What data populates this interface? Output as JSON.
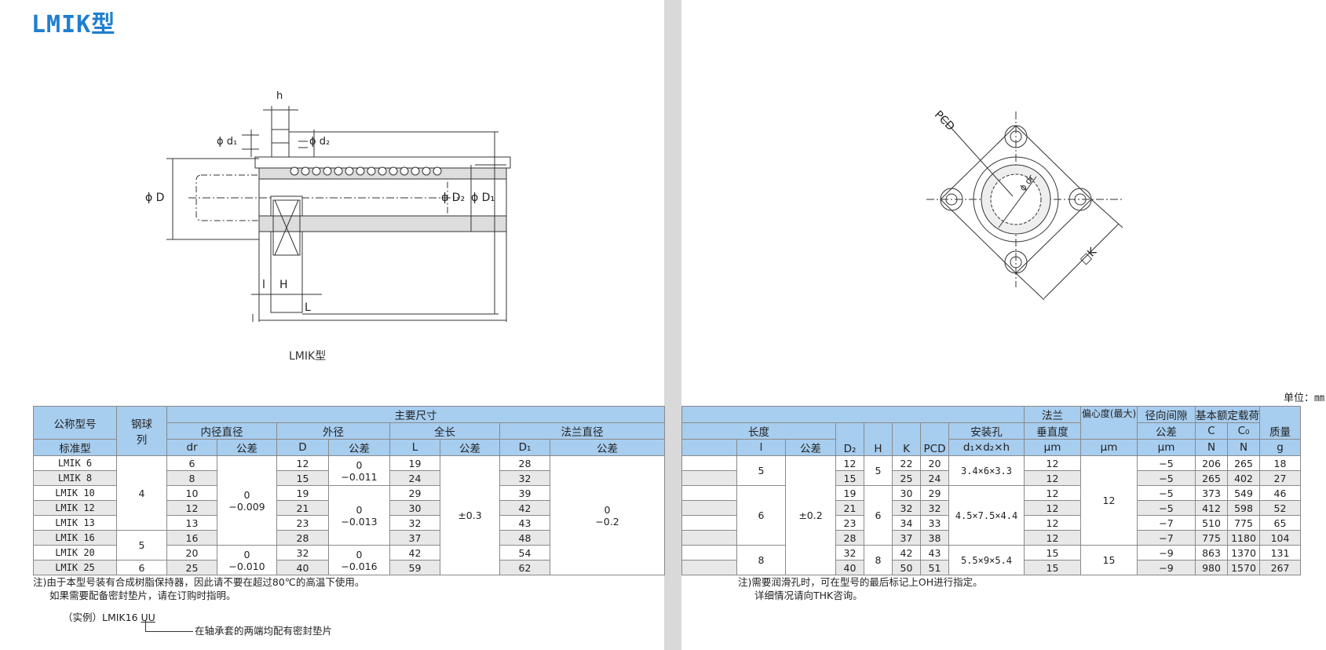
{
  "title": "LMIK型",
  "figure_caption": "LMIK型",
  "unit_label": "单位：㎜",
  "side_labels": {
    "h": "h",
    "d1": "ϕ d₁",
    "d2": "ϕ d₂",
    "D": "ϕ D",
    "D2": "ϕ D₂",
    "D1": "ϕ D₁",
    "l": "l",
    "H": "H",
    "L": "L"
  },
  "front_labels": {
    "PCD": "PCD",
    "dr": "ϕ dr",
    "K": "□K"
  },
  "headers": {
    "nominal": "公称型号",
    "standard": "标准型",
    "ball": "钢球",
    "ball_row": "列",
    "main_dims": "主要尺寸",
    "inner_dia": "内径直径",
    "outer_dia": "外径",
    "length_total": "全长",
    "flange_dia": "法兰直径",
    "dr": "dr",
    "tol": "公差",
    "D": "D",
    "L": "L",
    "D1": "D₁",
    "length": "长度",
    "l": "l",
    "D2": "D₂",
    "H": "H",
    "K": "K",
    "PCD": "PCD",
    "mount_hole": "安装孔",
    "mount_hole_dims": "d₁×d₂×h",
    "flange": "法兰",
    "perpendicular": "垂直度",
    "um": "μm",
    "eccentric": "偏心度(最大)",
    "radial_clearance": "径向间隙",
    "basic_load": "基本额定载荷",
    "C": "C",
    "C0": "C₀",
    "N": "N",
    "mass": "质量",
    "g": "g"
  },
  "rows": [
    {
      "model": "LMIK 6",
      "dr": "6",
      "D": "12",
      "L": "19",
      "D1": "28",
      "D2": "12",
      "K": "22",
      "PCD": "20",
      "perp": "12",
      "clearance": "−5",
      "C": "206",
      "C0": "265",
      "mass": "18"
    },
    {
      "model": "LMIK 8",
      "dr": "8",
      "D": "15",
      "L": "24",
      "D1": "32",
      "D2": "15",
      "K": "25",
      "PCD": "24",
      "perp": "12",
      "clearance": "−5",
      "C": "265",
      "C0": "402",
      "mass": "27"
    },
    {
      "model": "LMIK 10",
      "dr": "10",
      "D": "19",
      "L": "29",
      "D1": "39",
      "D2": "19",
      "K": "30",
      "PCD": "29",
      "perp": "12",
      "clearance": "−5",
      "C": "373",
      "C0": "549",
      "mass": "46"
    },
    {
      "model": "LMIK 12",
      "dr": "12",
      "D": "21",
      "L": "30",
      "D1": "42",
      "D2": "21",
      "K": "32",
      "PCD": "32",
      "perp": "12",
      "clearance": "−5",
      "C": "412",
      "C0": "598",
      "mass": "52"
    },
    {
      "model": "LMIK 13",
      "dr": "13",
      "D": "23",
      "L": "32",
      "D1": "43",
      "D2": "23",
      "K": "34",
      "PCD": "33",
      "perp": "12",
      "clearance": "−7",
      "C": "510",
      "C0": "775",
      "mass": "65"
    },
    {
      "model": "LMIK 16",
      "dr": "16",
      "D": "28",
      "L": "37",
      "D1": "48",
      "D2": "28",
      "K": "37",
      "PCD": "38",
      "perp": "12",
      "clearance": "−7",
      "C": "775",
      "C0": "1180",
      "mass": "104"
    },
    {
      "model": "LMIK 20",
      "dr": "20",
      "D": "32",
      "L": "42",
      "D1": "54",
      "D2": "32",
      "K": "42",
      "PCD": "43",
      "perp": "15",
      "clearance": "−9",
      "C": "863",
      "C0": "1370",
      "mass": "131"
    },
    {
      "model": "LMIK 25",
      "dr": "25",
      "D": "40",
      "L": "59",
      "D1": "62",
      "D2": "40",
      "K": "50",
      "PCD": "51",
      "perp": "15",
      "clearance": "−9",
      "C": "980",
      "C0": "1570",
      "mass": "267"
    }
  ],
  "groups": {
    "ball_rows": [
      "4",
      "5",
      "6"
    ],
    "inner_tol": [
      [
        "0",
        "−0.009"
      ],
      [
        "0",
        "−0.010"
      ]
    ],
    "outer_tol": [
      [
        "0",
        "−0.011"
      ],
      [
        "0",
        "−0.013"
      ],
      [
        "0",
        "−0.016"
      ]
    ],
    "length_tol": "±0.3",
    "flange_tol": [
      "0",
      "−0.2"
    ],
    "l_vals": [
      "5",
      "6",
      "8"
    ],
    "l_tol": "±0.2",
    "H_vals": [
      "5",
      "6",
      "8"
    ],
    "mount_holes": [
      "3.4×6×3.3",
      "4.5×7.5×4.4",
      "5.5×9×5.4"
    ],
    "eccentric": [
      "12",
      "15"
    ]
  },
  "notes_left": [
    "注)由于本型号装有合成树脂保持器，因此请不要在超过80℃的高温下使用。",
    "如果需要配备密封垫片，请在订购时指明。"
  ],
  "example": {
    "prefix": "（实例）LMIK16 ",
    "suffix": "UU",
    "desc": "在轴承套的两端均配有密封垫片"
  },
  "notes_right": [
    "注)需要润滑孔时，可在型号的最后标记上OH进行指定。",
    "详细情况请向THK咨询。"
  ]
}
